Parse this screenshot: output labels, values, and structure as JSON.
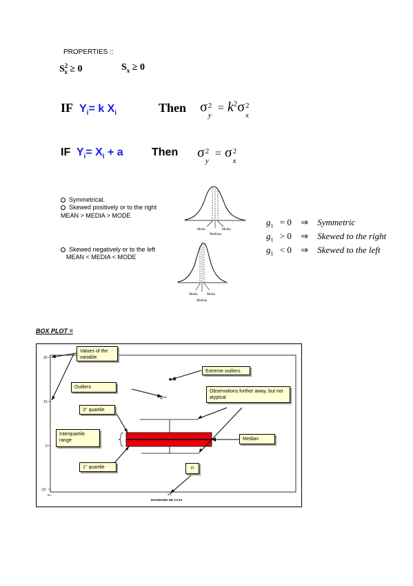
{
  "properties_label": "PROPERTIES ::",
  "prop1": {
    "s": "S",
    "sup": "2",
    "sub": "x",
    "rel": " ≥ 0"
  },
  "prop2": {
    "s": "S",
    "sub": "x",
    "rel": " ≥ 0"
  },
  "rule1": {
    "if": "IF",
    "y": "Y",
    "y_sub": "i",
    "eq": "= k X",
    "x_sub": "i",
    "then": "Then",
    "sigma": "σ",
    "y_var": "y",
    "two": "2",
    "equals": "=",
    "k": "k",
    "x_var": "x"
  },
  "rule2": {
    "if": "IF",
    "y": "Y",
    "y_sub": "i",
    "eq": "= X",
    "x_sub": "i",
    "plus": "+ a",
    "then": "Then",
    "sigma": "σ",
    "y_var": "y",
    "two": "2",
    "equals": "=",
    "x_var": "x"
  },
  "skew": {
    "symmetrical": "Symmetrical.",
    "positive": "Skewed positively or to the right",
    "positive_order": "MEAN > MEDIA > MODE",
    "negative": "Skewed negatively or to the left",
    "negative_order": "MEAN < MEDIA < MODE",
    "curve1_labels": {
      "left": "Moda",
      "right": "Media",
      "bottom": "Mediana"
    },
    "curve2_labels": {
      "left": "Media",
      "right": "Moda",
      "bottom": "Median"
    }
  },
  "g_rules": [
    {
      "g": "g",
      "sub": "1",
      "rel": "= 0",
      "arrow": "⇒",
      "text": "Symmetric"
    },
    {
      "g": "g",
      "sub": "1",
      "rel": "> 0",
      "arrow": "⇒",
      "text": "Skewed to the right"
    },
    {
      "g": "g",
      "sub": "1",
      "rel": "< 0",
      "arrow": "⇒",
      "text": "Skewed to the left"
    }
  ],
  "boxplot": {
    "heading": "BOX PLOT =",
    "yticks": [
      "20",
      "10",
      "0",
      "-10"
    ],
    "n_label": "N=",
    "n_value": "20",
    "x_label": "DIAGRAMA DE CAJA",
    "outlier_label": "18",
    "extreme_label": "19",
    "callouts": {
      "values": "Values of the variable",
      "extreme": "Extreme outliers",
      "outliers": "Outliers",
      "further": "Observations further away, but not atypical",
      "q3": "3° quartile",
      "iqr": "Interquartile range",
      "median": "Median",
      "q1": "1° quartile",
      "n": "n"
    },
    "colors": {
      "box": "#e8000b",
      "callout": "#ffffd2"
    }
  }
}
